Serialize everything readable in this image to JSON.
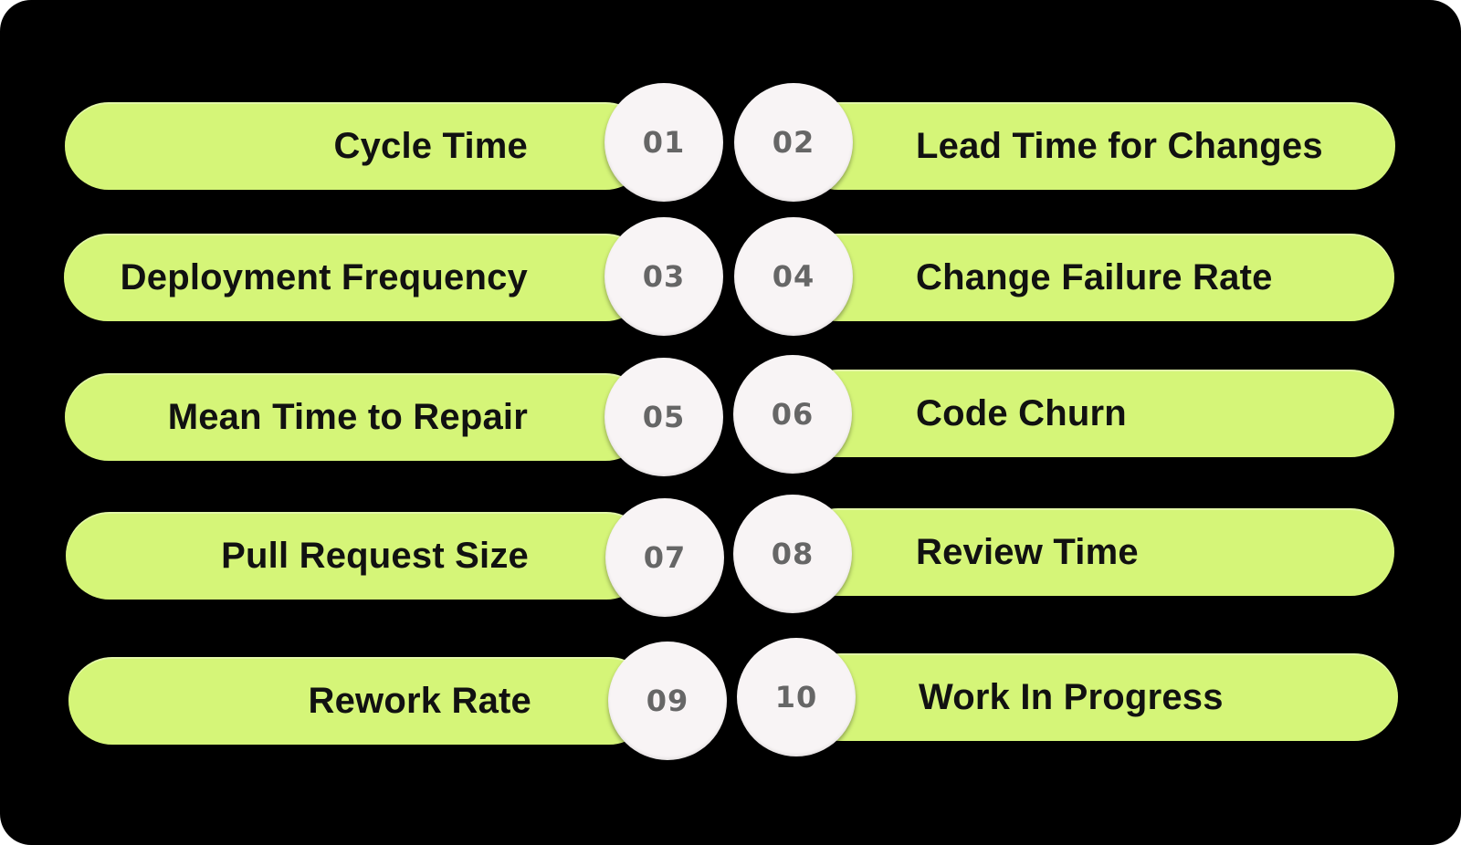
{
  "items": [
    {
      "number": "01",
      "label": "Cycle Time"
    },
    {
      "number": "02",
      "label": "Lead Time for Changes"
    },
    {
      "number": "03",
      "label": "Deployment Frequency"
    },
    {
      "number": "04",
      "label": "Change Failure Rate"
    },
    {
      "number": "05",
      "label": "Mean Time to Repair"
    },
    {
      "number": "06",
      "label": "Code Churn"
    },
    {
      "number": "07",
      "label": "Pull Request Size"
    },
    {
      "number": "08",
      "label": "Review Time"
    },
    {
      "number": "09",
      "label": "Rework Rate"
    },
    {
      "number": "10",
      "label": "Work In Progress"
    }
  ],
  "colors": {
    "background": "#000000",
    "pill": "#d5f578",
    "badge": "#f8f4f5",
    "label_text": "#111111",
    "number_text": "#666666"
  }
}
